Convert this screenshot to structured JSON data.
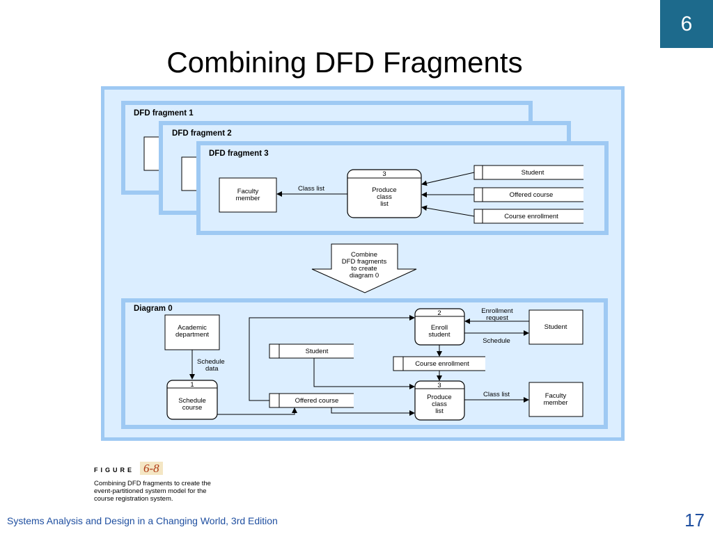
{
  "slide": {
    "chapter_number": "6",
    "title": "Combining DFD Fragments",
    "footer": "Systems Analysis and Design in a Changing World, 3rd Edition",
    "page_number": "17"
  },
  "fragments": {
    "fragment1_title": "DFD fragment 1",
    "fragment2_title": "DFD fragment 2",
    "fragment3_title": "DFD fragment 3",
    "fragment3": {
      "entity": [
        "Faculty",
        "member"
      ],
      "flow_label": "Class list",
      "process_number": "3",
      "process_name": [
        "Produce",
        "class",
        "list"
      ],
      "stores": [
        "Student",
        "Offered course",
        "Course enrollment"
      ]
    }
  },
  "combine_arrow": [
    "Combine",
    "DFD fragments",
    "to create",
    "diagram 0"
  ],
  "diagram0": {
    "title": "Diagram 0",
    "entity_academic": [
      "Academic",
      "department"
    ],
    "flow_schedule_data": [
      "Schedule",
      "data"
    ],
    "process1_number": "1",
    "process1_name": [
      "Schedule",
      "course"
    ],
    "process2_number": "2",
    "process2_name": [
      "Enroll",
      "student"
    ],
    "process3_number": "3",
    "process3_name": [
      "Produce",
      "class",
      "list"
    ],
    "flow_enrollment_request": [
      "Enrollment",
      "request"
    ],
    "flow_schedule": "Schedule",
    "flow_class_list": "Class list",
    "entity_student": "Student",
    "entity_faculty": [
      "Faculty",
      "member"
    ],
    "store_student": "Student",
    "store_course_enrollment": "Course enrollment",
    "store_offered_course": "Offered course"
  },
  "caption": {
    "label": "FIGURE",
    "number": "6-8",
    "text": "Combining DFD fragments to create the event-partitioned system model for the course registration system."
  },
  "colors": {
    "badge": "#1d6a8c",
    "panel_fill": "#dceeff",
    "panel_border": "#9ec9f3",
    "footer_text": "#1f4fa0"
  }
}
